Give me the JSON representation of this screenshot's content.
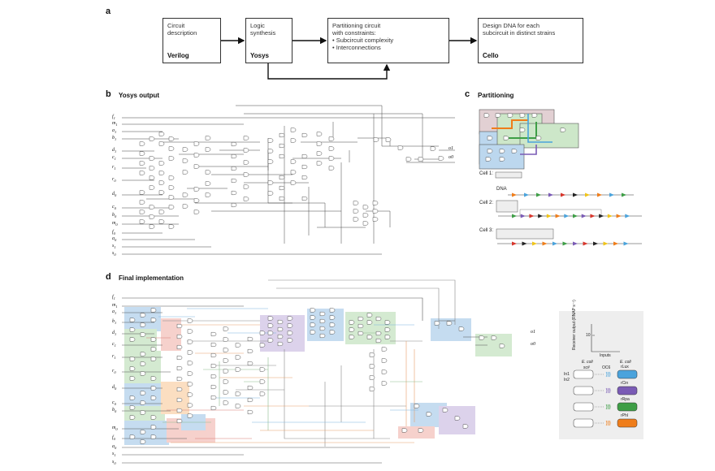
{
  "panels": {
    "a": {
      "label": "a"
    },
    "b": {
      "label": "b",
      "title": "Yosys output"
    },
    "c": {
      "label": "c",
      "title": "Partitioning"
    },
    "d": {
      "label": "d",
      "title": "Final implementation"
    }
  },
  "flow": {
    "boxes": [
      {
        "desc": "Circuit\ndescription",
        "tool": "Verilog"
      },
      {
        "desc": "Logic\nsynthesis",
        "tool": "Yosys"
      },
      {
        "desc": "Partitioning circuit\nwith constraints:\n• Subcircuit complexity\n• Interconnections",
        "tool": ""
      },
      {
        "desc": "Design DNA for each\nsubcircuit in distinct strains",
        "tool": "Cello"
      }
    ]
  },
  "inputs_b": [
    "f1",
    "m1",
    "a1",
    "b1",
    "d1",
    "c1",
    "r1",
    "r0",
    "d0",
    "c0",
    "b0",
    "m0",
    "f0",
    "a0",
    "s1",
    "s0"
  ],
  "inputs_d": [
    "f1",
    "m1",
    "a1",
    "b1",
    "d1",
    "c1",
    "r1",
    "r0",
    "d0",
    "c0",
    "b0",
    "m0",
    "f0",
    "a0",
    "s1",
    "s0"
  ],
  "outputs": [
    "o1",
    "o0"
  ],
  "cells": {
    "cell1": "Cell 1:",
    "cell2": "Cell 2:",
    "cell3": "Cell 3:",
    "dna": "DNA"
  },
  "legend": {
    "ylabel": "Receiver output (RNAP s⁻¹)",
    "ytick": "10",
    "xlabel": "Inputs",
    "ecoli_left": "E. coli",
    "ecoli_right": "E. coli",
    "sc": "sc#",
    "oc": "OC6",
    "in1": "In1",
    "in2": "In2",
    "receivers": [
      {
        "name": "rLux",
        "color": "#4aa3dc"
      },
      {
        "name": "rCin",
        "color": "#7a5bb5"
      },
      {
        "name": "rRpa",
        "color": "#3e9e46"
      },
      {
        "name": "rPhl",
        "color": "#ef7d1a"
      }
    ]
  }
}
